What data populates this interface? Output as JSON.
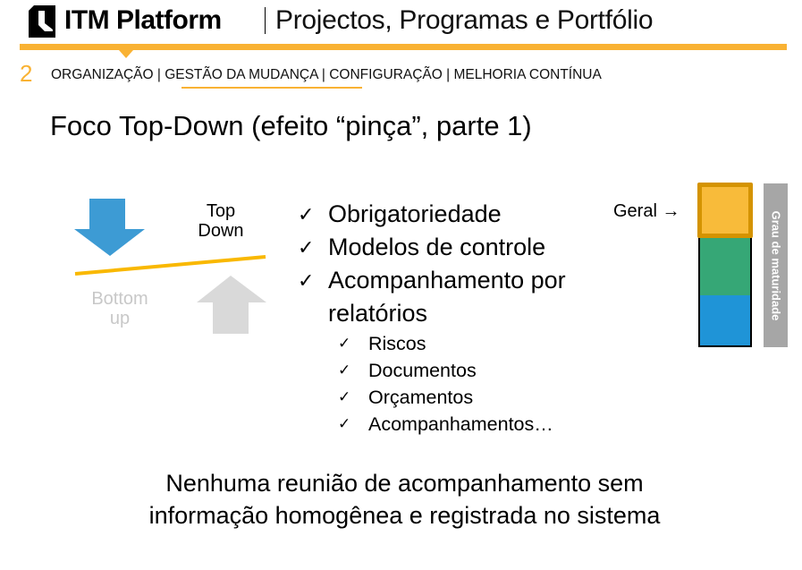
{
  "header": {
    "logo_icon": "itm-logo-icon",
    "brand": "ITM Platform",
    "subtitle": "Projectos, Programas e Portfólio",
    "accent_color": "#f9b233"
  },
  "nav": {
    "section_number": "2",
    "items": [
      {
        "label": "ORGANIZAÇÃO"
      },
      {
        "label": "GESTÃO DA MUDANÇA",
        "active": true
      },
      {
        "label": "CONFIGURAÇÃO"
      },
      {
        "label": "MELHORIA CONTÍNUA"
      }
    ],
    "separator": " | "
  },
  "slide": {
    "title": "Foco Top-Down (efeito “pinça”, parte 1)",
    "diagram": {
      "top_label_line1": "Top",
      "top_label_line2": "Down",
      "bottom_label_line1": "Bottom",
      "bottom_label_line2": "up",
      "down_arrow_color": "#3d9bd4",
      "up_arrow_color": "#d9d9d9",
      "line_color": "#f9b800"
    },
    "checklist": {
      "check_glyph": "✓",
      "items": [
        {
          "label": "Obrigatoriedade"
        },
        {
          "label": "Modelos de controle"
        },
        {
          "label": "Acompanhamento por",
          "continuation": "relatórios"
        }
      ],
      "sub_items": [
        {
          "label": "Riscos"
        },
        {
          "label": "Documentos"
        },
        {
          "label": "Orçamentos"
        },
        {
          "label": "Acompanhamentos…"
        }
      ]
    },
    "maturity": {
      "pointer_label": "Geral →",
      "bar_label": "Grau de maturidade",
      "levels": [
        {
          "name": "top",
          "color": "#f8bb3a"
        },
        {
          "name": "middle",
          "color": "#36a776"
        },
        {
          "name": "bottom",
          "color": "#1f94d7"
        }
      ]
    },
    "footer_line1": "Nenhuma reunião de acompanhamento sem",
    "footer_line2": "informação homogênea e registrada no sistema"
  }
}
